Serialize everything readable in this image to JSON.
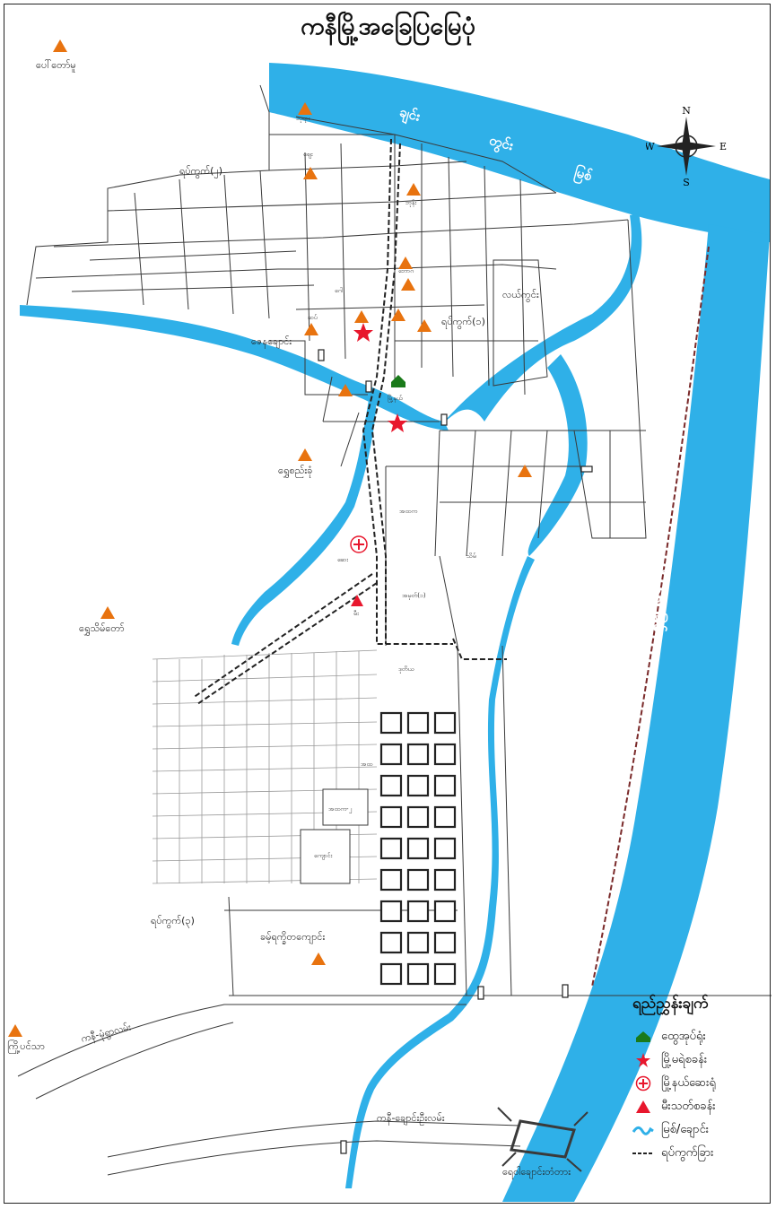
{
  "title": "ကနီမြို့အခြေပြမြေပုံ",
  "compass": {
    "n": "N",
    "s": "S",
    "e": "E",
    "w": "W"
  },
  "colors": {
    "water": "#2fb0e8",
    "road": "#3a3a3a",
    "pagoda": "#e8730f",
    "monastery": "#1a7a1a",
    "office": "#e8172d",
    "hospital": "#e8172d",
    "fire": "#e8172d",
    "boundary": "#222222"
  },
  "places": {
    "pale_taw_htu": "ပေါ်တော်မူ",
    "ward_2": "ရပ်ကွက်(၂)",
    "ward_1": "ရပ်ကွက်(၁)",
    "ward_3": "ရပ်ကွက်(၃)",
    "lal_kwin": "လယ်ကွင်း",
    "shwe_zee_gone": "ရွှေစည်းခုံ",
    "shwe_sit_taw": "ရွှေသိမ်တော်",
    "kyi_pin_tha": "ကြို့ပင်သာ",
    "monastery_label": "ခမ့်ရက္ခိတကျောင်း",
    "kani_road": "ကနီ-မုံရွာလမ်း",
    "kani_yesagyo_road": "ကနီ-ချောင်းဦးလမ်း",
    "creek_bridge": "ရေဝါချောင်းတံတား",
    "creek_label": "ဇေနချောင်း"
  },
  "river_labels": [
    "ချင်း",
    "တွင်း",
    "မြစ်"
  ],
  "east_river_label": "ချင်းတွင်း မြစ်",
  "tiny_labels": {
    "b1": "ဘုရား",
    "b2": "ဈေး",
    "b3": "ဘုန်း",
    "b4": "ဘောဂ",
    "b5": "အထက",
    "b6": "အမှတ်(၁)",
    "b7": "ဆေး",
    "b8": "မီး",
    "b9": "အထက-၂",
    "b10": "ဒုတိယ",
    "b11": "အထ",
    "b12": "သိမ်",
    "b13": "ကျောင်း",
    "b14": "ဂေါ",
    "b15": "ဆပ်",
    "b16": "မြို့နယ်"
  },
  "legend": {
    "title": "ရည်ညွှန်းချက်",
    "items": [
      {
        "icon": "monastery-icon",
        "label": "ထွေအုပ်ရုံး"
      },
      {
        "icon": "star-icon",
        "label": "မြို့မရဲစခန်း"
      },
      {
        "icon": "hospital-icon",
        "label": "မြို့နယ်ဆေးရုံ"
      },
      {
        "icon": "fire-station-icon",
        "label": "မီးသတ်စခန်း"
      },
      {
        "icon": "river-icon",
        "label": "မြစ်/ချောင်း"
      },
      {
        "icon": "dashed-line-icon",
        "label": "ရပ်ကွက်ခြား"
      }
    ]
  }
}
